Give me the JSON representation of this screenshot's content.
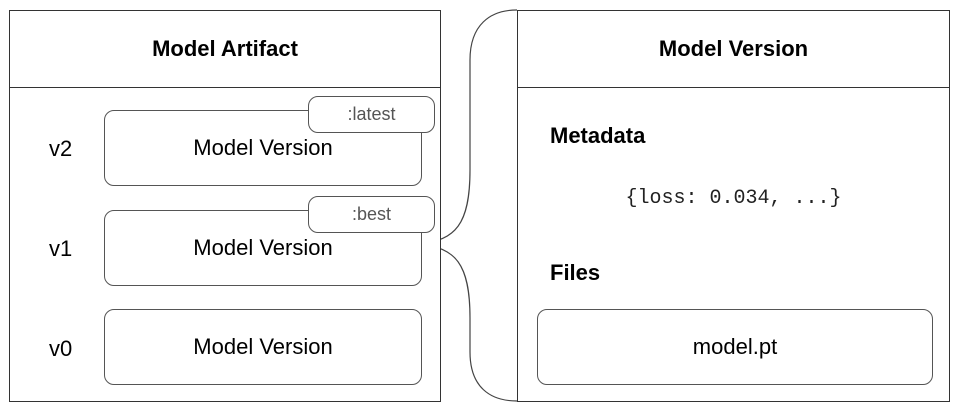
{
  "artifact": {
    "title": "Model Artifact",
    "versions": [
      {
        "label": "v2",
        "box_text": "Model Version",
        "alias": ":latest"
      },
      {
        "label": "v1",
        "box_text": "Model Version",
        "alias": ":best"
      },
      {
        "label": "v0",
        "box_text": "Model Version",
        "alias": ""
      }
    ]
  },
  "version_detail": {
    "title": "Model Version",
    "metadata_heading": "Metadata",
    "metadata_value": "{loss: 0.034, ...}",
    "files_heading": "Files",
    "file_name": "model.pt"
  }
}
